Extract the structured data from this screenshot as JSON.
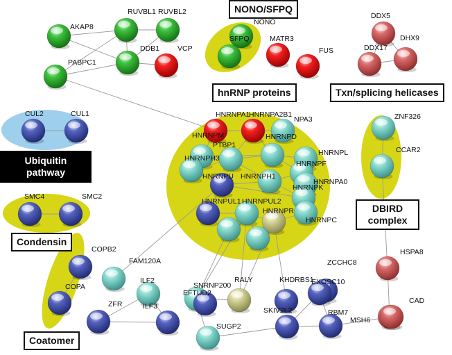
{
  "group_labels": {
    "nono": "NONO/SFPQ",
    "hnrnp": "hnRNP proteins",
    "txn": "Txn/splicing helicases",
    "ubiquitin": "Ubiquitin pathway",
    "condensin": "Condensin",
    "dbird": "DBIRD complex",
    "coatomer": "Coatomer"
  },
  "colors": {
    "green": "#2fae2f",
    "red": "#f01a1a",
    "pink": "#d96a6a",
    "cyan": "#7fd4c8",
    "blue": "#4654b0",
    "khaki": "#c9c98c",
    "halo": "#d6d616",
    "halo_blue": "#9ed0ee"
  },
  "nodes": [
    {
      "id": "AKAP8",
      "label": "AKAP8",
      "color": "green"
    },
    {
      "id": "RUVBL1",
      "label": "RUVBL1",
      "color": "green"
    },
    {
      "id": "RUVBL2",
      "label": "RUVBL2",
      "color": "green"
    },
    {
      "id": "DDB1",
      "label": "DDB1",
      "color": "green"
    },
    {
      "id": "VCP",
      "label": "VCP",
      "color": "red"
    },
    {
      "id": "PABPC1",
      "label": "PABPC1",
      "color": "green"
    },
    {
      "id": "NONO",
      "label": "NONO",
      "color": "green"
    },
    {
      "id": "SFPQ",
      "label": "SFPQ",
      "color": "green"
    },
    {
      "id": "MATR3",
      "label": "MATR3",
      "color": "red"
    },
    {
      "id": "FUS",
      "label": "FUS",
      "color": "red"
    },
    {
      "id": "DDX5",
      "label": "DDX5",
      "color": "pink"
    },
    {
      "id": "DDX17",
      "label": "DDX17",
      "color": "pink"
    },
    {
      "id": "DHX9",
      "label": "DHX9",
      "color": "pink"
    },
    {
      "id": "CUL2",
      "label": "CUL2",
      "color": "blue"
    },
    {
      "id": "CUL1",
      "label": "CUL1",
      "color": "blue"
    },
    {
      "id": "HNRNPA1",
      "label": "HNRNPA1",
      "color": "red"
    },
    {
      "id": "HNRNPA2B1",
      "label": "HNRNPA2B1",
      "color": "red"
    },
    {
      "id": "HNRNPA3",
      "label": "NPA3",
      "color": "cyan"
    },
    {
      "id": "HNRNPM",
      "label": "HNRNPM",
      "color": "cyan"
    },
    {
      "id": "PTBP1",
      "label": "PTBP1",
      "color": "cyan"
    },
    {
      "id": "HNRNPD",
      "label": "HNRNPD",
      "color": "cyan"
    },
    {
      "id": "HNRNPL",
      "label": "HNRNPL",
      "color": "cyan"
    },
    {
      "id": "HNRNPH3",
      "label": "HNRNPH3",
      "color": "cyan"
    },
    {
      "id": "HNRNPF",
      "label": "HNRNPF",
      "color": "cyan"
    },
    {
      "id": "HNRNPH1",
      "label": "HNRNPH1",
      "color": "cyan"
    },
    {
      "id": "HNRNPA0",
      "label": "HNRNPA0",
      "color": "cyan"
    },
    {
      "id": "HNRNPU",
      "label": "HNRNPU",
      "color": "blue"
    },
    {
      "id": "HNRNPK",
      "label": "HNRNPK",
      "color": "cyan"
    },
    {
      "id": "HNRNPUL1",
      "label": "HNRNPUL1",
      "color": "blue"
    },
    {
      "id": "HNRNPUL2",
      "label": "HNRNPUL2",
      "color": "cyan"
    },
    {
      "id": "HNRNPC",
      "label": "HNRNPC",
      "color": "cyan"
    },
    {
      "id": "HNRNPR",
      "label": "HNRNPR",
      "color": "khaki"
    },
    {
      "id": "HNRNP_X1",
      "label": "",
      "color": "cyan"
    },
    {
      "id": "HNRNP_X2",
      "label": "",
      "color": "cyan"
    },
    {
      "id": "ZNF326",
      "label": "ZNF326",
      "color": "cyan"
    },
    {
      "id": "CCAR2",
      "label": "CCAR2",
      "color": "cyan"
    },
    {
      "id": "SMC4",
      "label": "SMC4",
      "color": "blue"
    },
    {
      "id": "SMC2",
      "label": "SMC2",
      "color": "blue"
    },
    {
      "id": "HSPA8",
      "label": "HSPA8",
      "color": "pink"
    },
    {
      "id": "CAD",
      "label": "CAD",
      "color": "pink"
    },
    {
      "id": "COPB2",
      "label": "COPB2",
      "color": "blue"
    },
    {
      "id": "COPA",
      "label": "COPA",
      "color": "blue"
    },
    {
      "id": "FAM120A",
      "label": "FAM120A",
      "color": "cyan"
    },
    {
      "id": "ILF2",
      "label": "ILF2",
      "color": "cyan"
    },
    {
      "id": "ZFR",
      "label": "ZFR",
      "color": "blue"
    },
    {
      "id": "ILF3",
      "label": "ILF3",
      "color": "blue"
    },
    {
      "id": "SNRNP200",
      "label": "SNRNP200",
      "color": "cyan"
    },
    {
      "id": "EFTUD2",
      "label": "EFTUD2",
      "color": "blue"
    },
    {
      "id": "RALY",
      "label": "RALY",
      "color": "khaki"
    },
    {
      "id": "KHDRBS1",
      "label": "KHDRBS1",
      "color": "blue"
    },
    {
      "id": "ZCCHC8",
      "label": "ZCCHC8",
      "color": "blue"
    },
    {
      "id": "EXOSC10",
      "label": "EXOSC10",
      "color": "blue"
    },
    {
      "id": "MSH6",
      "label": "MSH6",
      "color": "pink"
    },
    {
      "id": "SKIV2L2",
      "label": "SKIV2L2",
      "color": "blue"
    },
    {
      "id": "RBM7",
      "label": "RBM7",
      "color": "blue"
    },
    {
      "id": "SUGP2",
      "label": "SUGP2",
      "color": "cyan"
    }
  ],
  "edges": [
    [
      "AKAP8",
      "RUVBL1"
    ],
    [
      "AKAP8",
      "DDB1"
    ],
    [
      "RUVBL1",
      "RUVBL2"
    ],
    [
      "RUVBL1",
      "DDB1"
    ],
    [
      "RUVBL1",
      "PABPC1"
    ],
    [
      "DDB1",
      "VCP"
    ],
    [
      "DDB1",
      "PABPC1"
    ],
    [
      "RUVBL2",
      "DDB1"
    ],
    [
      "PABPC1",
      "HNRNPA1"
    ],
    [
      "NONO",
      "SFPQ"
    ],
    [
      "DDX5",
      "DDX17"
    ],
    [
      "DDX5",
      "DHX9"
    ],
    [
      "DDX17",
      "DHX9"
    ],
    [
      "CUL2",
      "CUL1"
    ],
    [
      "SMC4",
      "SMC2"
    ],
    [
      "ZNF326",
      "CCAR2"
    ],
    [
      "COPB2",
      "COPA"
    ],
    [
      "HSPA8",
      "CAD"
    ],
    [
      "CAD",
      "MSH6"
    ],
    [
      "CCAR2",
      "HSPA8"
    ],
    [
      "HNRNPA1",
      "HNRNPA2B1"
    ],
    [
      "HNRNPA2B1",
      "HNRNPA3"
    ],
    [
      "HNRNPA1",
      "HNRNPM"
    ],
    [
      "HNRNPA1",
      "PTBP1"
    ],
    [
      "HNRNPA2B1",
      "HNRNPD"
    ],
    [
      "HNRNPA2B1",
      "PTBP1"
    ],
    [
      "HNRNPM",
      "PTBP1"
    ],
    [
      "PTBP1",
      "HNRNPD"
    ],
    [
      "HNRNPD",
      "HNRNPL"
    ],
    [
      "HNRNPM",
      "HNRNPH3"
    ],
    [
      "PTBP1",
      "HNRNPH1"
    ],
    [
      "HNRNPD",
      "HNRNPF"
    ],
    [
      "HNRNPH3",
      "HNRNPU"
    ],
    [
      "HNRNPH1",
      "HNRNPF"
    ],
    [
      "HNRNPF",
      "HNRNPA0"
    ],
    [
      "HNRNPU",
      "HNRNPH1"
    ],
    [
      "HNRNPH1",
      "HNRNPK"
    ],
    [
      "HNRNPU",
      "HNRNPUL1"
    ],
    [
      "HNRNPUL1",
      "HNRNPUL2"
    ],
    [
      "HNRNPK",
      "HNRNPC"
    ],
    [
      "HNRNPUL2",
      "HNRNPR"
    ],
    [
      "HNRNPR",
      "HNRNPC"
    ],
    [
      "HNRNPUL1",
      "HNRNP_X1"
    ],
    [
      "HNRNPUL2",
      "HNRNP_X2"
    ],
    [
      "HNRNPX1_dummy",
      "HNRNPX1_dummy"
    ],
    [
      "HNRNPM",
      "HNRNPD"
    ],
    [
      "HNRNPH3",
      "PTBP1"
    ],
    [
      "HNRNPU",
      "HNRNPK"
    ],
    [
      "HNRNPL",
      "HNRNPF"
    ],
    [
      "FAM120A",
      "HNRNPU"
    ],
    [
      "SNRNP200",
      "HNRNPUL2"
    ],
    [
      "SNRNP200",
      "HNRNP_X1"
    ],
    [
      "RALY",
      "HNRNPR"
    ],
    [
      "RALY",
      "HNRNPUL2"
    ],
    [
      "KHDRBS1",
      "HNRNPR"
    ],
    [
      "SNRNP200",
      "EFTUD2"
    ],
    [
      "SNRNP200",
      "RALY"
    ],
    [
      "ILF2",
      "ILF3"
    ],
    [
      "ILF2",
      "ZFR"
    ],
    [
      "ZFR",
      "ILF3"
    ],
    [
      "EXOSC10",
      "ZCCHC8"
    ],
    [
      "EXOSC10",
      "SKIV2L2"
    ],
    [
      "SKIV2L2",
      "RBM7"
    ],
    [
      "RBM7",
      "EXOSC10"
    ],
    [
      "SKIV2L2",
      "SUGP2"
    ],
    [
      "RBM7",
      "MSH6"
    ],
    [
      "SUGP2",
      "SNRNP200"
    ]
  ]
}
